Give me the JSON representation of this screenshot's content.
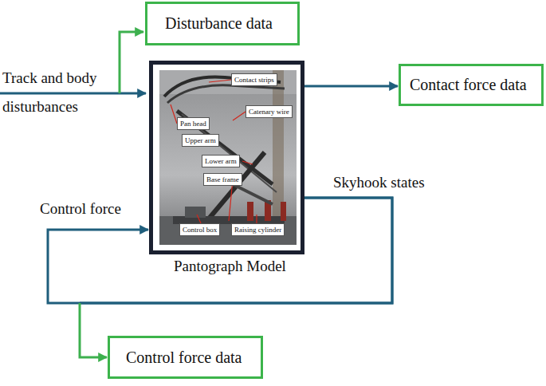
{
  "diagram": {
    "nodes": [
      {
        "text": [
          "Disturbance data"
        ]
      },
      {
        "text": [
          "Pantograph Model"
        ]
      },
      {
        "text": [
          "Contact strips"
        ],
        "in": 1
      },
      {
        "text": [
          "Catenary wire"
        ],
        "in": 1
      },
      {
        "text": [
          "Pan head"
        ],
        "in": 1
      },
      {
        "text": [
          "Upper arm"
        ],
        "in": 1
      },
      {
        "text": [
          "Lower arm"
        ],
        "in": 1
      },
      {
        "text": [
          "Base frame"
        ],
        "in": 1
      },
      {
        "text": [
          "Control box"
        ],
        "in": 1
      },
      {
        "text": [
          "Raising cylinder"
        ],
        "in": 1
      },
      {
        "text": [
          "Contact force data"
        ]
      },
      {
        "text": [
          "Control force data"
        ]
      }
    ],
    "edges": [
      {
        "from": 1,
        "to": 10,
        "arrow": "to"
      },
      {
        "from": 1,
        "to": 1,
        "arrow": "to",
        "label": "Skyhook states"
      },
      {
        "from": 1,
        "to": 11,
        "arrow": "to"
      }
    ],
    "labels": [
      "Track and body disturbances",
      "Control force"
    ]
  }
}
